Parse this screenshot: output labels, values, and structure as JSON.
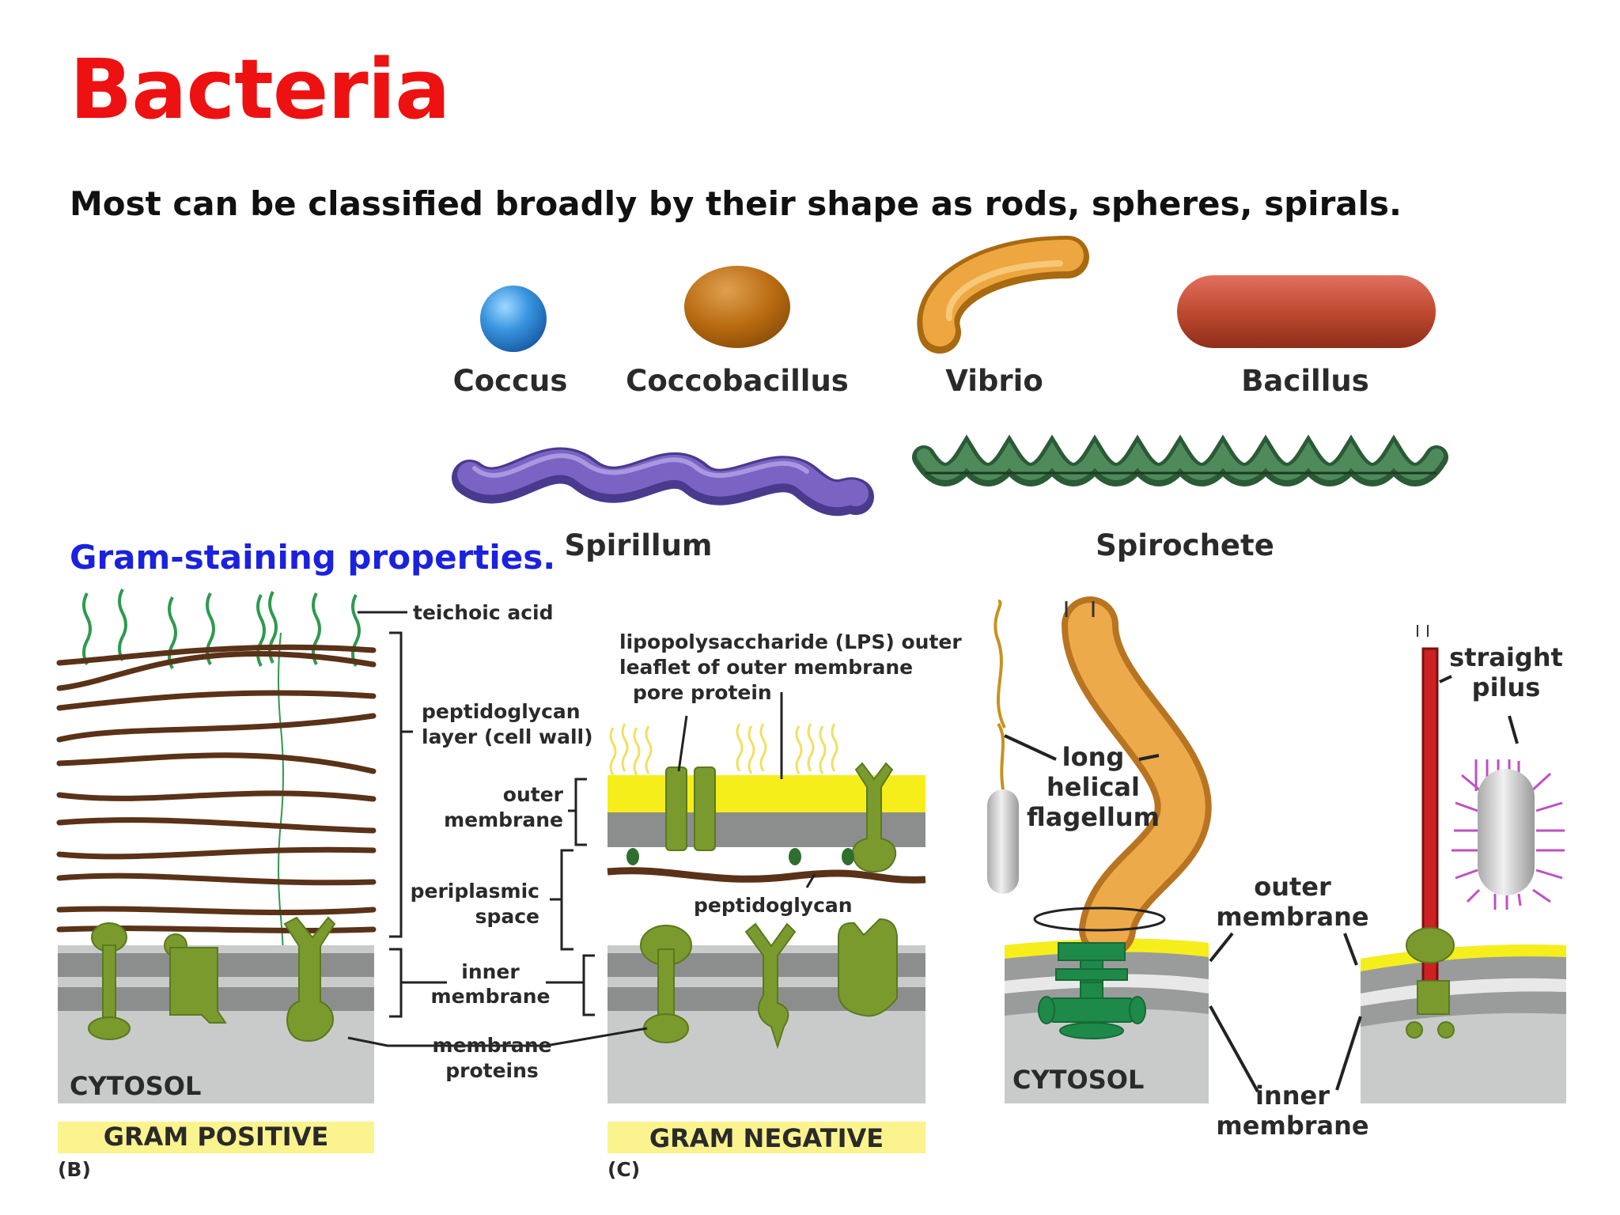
{
  "title": "Bacteria",
  "subtitle": "Most can be classified broadly by their shape as rods, spheres, spirals.",
  "shapes": {
    "coccus": "Coccus",
    "coccobacillus": "Coccobacillus",
    "vibrio": "Vibrio",
    "bacillus": "Bacillus",
    "spirillum": "Spirillum",
    "spirochete": "Spirochete"
  },
  "gram_section": "Gram-staining properties.",
  "gram_positive": {
    "teichoic_acid": "teichoic acid",
    "peptidoglycan_1": "peptidoglycan",
    "peptidoglycan_2": "layer (cell wall)",
    "cytosol": "CYTOSOL",
    "bar": "GRAM POSITIVE",
    "panel": "(B)"
  },
  "shared_labels": {
    "outer_membrane_1": "outer",
    "outer_membrane_2": "membrane",
    "periplasmic_1": "periplasmic",
    "periplasmic_2": "space",
    "inner_membrane_1": "inner",
    "inner_membrane_2": "membrane",
    "membrane_proteins_1": "membrane",
    "membrane_proteins_2": "proteins"
  },
  "gram_negative": {
    "lps_1": "lipopolysaccharide (LPS) outer",
    "lps_2": "leaflet of outer membrane",
    "pore_protein": "pore protein",
    "peptidoglycan": "peptidoglycan",
    "bar": "GRAM NEGATIVE",
    "panel": "(C)"
  },
  "flagellum_panel": {
    "flagellum_1": "long",
    "flagellum_2": "helical",
    "flagellum_3": "flagellum",
    "pilus_1": "straight",
    "pilus_2": "pilus",
    "outer_1": "outer",
    "outer_2": "membrane",
    "inner_1": "inner",
    "inner_2": "membrane",
    "cytosol": "CYTOSOL"
  },
  "colors": {
    "title": "#ee1111",
    "section": "#1a22dd",
    "protein_green": "#7a9a2e",
    "flagellum_orange": "#e89a30",
    "pilus_red": "#cc2222",
    "membrane_yellow": "#f6ee1a",
    "membrane_gray": "#8c8e8e",
    "cytosol_gray": "#c9cbcb",
    "bar_yellow": "#fbf38e"
  }
}
